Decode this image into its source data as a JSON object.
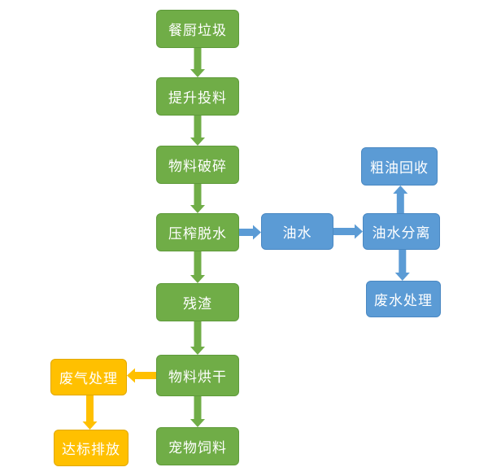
{
  "colors": {
    "green": "#70ad47",
    "green_border": "#5e9a3a",
    "blue": "#5b9bd5",
    "blue_border": "#4a88c2",
    "orange": "#ffc000",
    "orange_border": "#e0a800"
  },
  "nodes": [
    {
      "id": "kitchen-waste",
      "label": "餐厨垃圾",
      "color": "green"
    },
    {
      "id": "lift-feed",
      "label": "提升投料",
      "color": "green"
    },
    {
      "id": "material-crush",
      "label": "物料破碎",
      "color": "green"
    },
    {
      "id": "press-dewater",
      "label": "压榨脱水",
      "color": "green"
    },
    {
      "id": "residue",
      "label": "残渣",
      "color": "green"
    },
    {
      "id": "material-dry",
      "label": "物料烘干",
      "color": "green"
    },
    {
      "id": "pet-feed",
      "label": "宠物饲料",
      "color": "green"
    },
    {
      "id": "oil-water",
      "label": "油水",
      "color": "blue"
    },
    {
      "id": "oil-water-separation",
      "label": "油水分离",
      "color": "blue"
    },
    {
      "id": "crude-oil-recovery",
      "label": "粗油回收",
      "color": "blue"
    },
    {
      "id": "wastewater-treatment",
      "label": "废水处理",
      "color": "blue"
    },
    {
      "id": "exhaust-treatment",
      "label": "废气处理",
      "color": "orange"
    },
    {
      "id": "emission-compliance",
      "label": "达标排放",
      "color": "orange"
    }
  ],
  "edges": [
    {
      "from": "kitchen-waste",
      "to": "lift-feed",
      "color": "green"
    },
    {
      "from": "lift-feed",
      "to": "material-crush",
      "color": "green"
    },
    {
      "from": "material-crush",
      "to": "press-dewater",
      "color": "green"
    },
    {
      "from": "press-dewater",
      "to": "residue",
      "color": "green"
    },
    {
      "from": "residue",
      "to": "material-dry",
      "color": "green"
    },
    {
      "from": "material-dry",
      "to": "pet-feed",
      "color": "green"
    },
    {
      "from": "press-dewater",
      "to": "oil-water",
      "color": "blue"
    },
    {
      "from": "oil-water",
      "to": "oil-water-separation",
      "color": "blue"
    },
    {
      "from": "oil-water-separation",
      "to": "crude-oil-recovery",
      "color": "blue"
    },
    {
      "from": "oil-water-separation",
      "to": "wastewater-treatment",
      "color": "blue"
    },
    {
      "from": "material-dry",
      "to": "exhaust-treatment",
      "color": "orange"
    },
    {
      "from": "exhaust-treatment",
      "to": "emission-compliance",
      "color": "orange"
    }
  ]
}
